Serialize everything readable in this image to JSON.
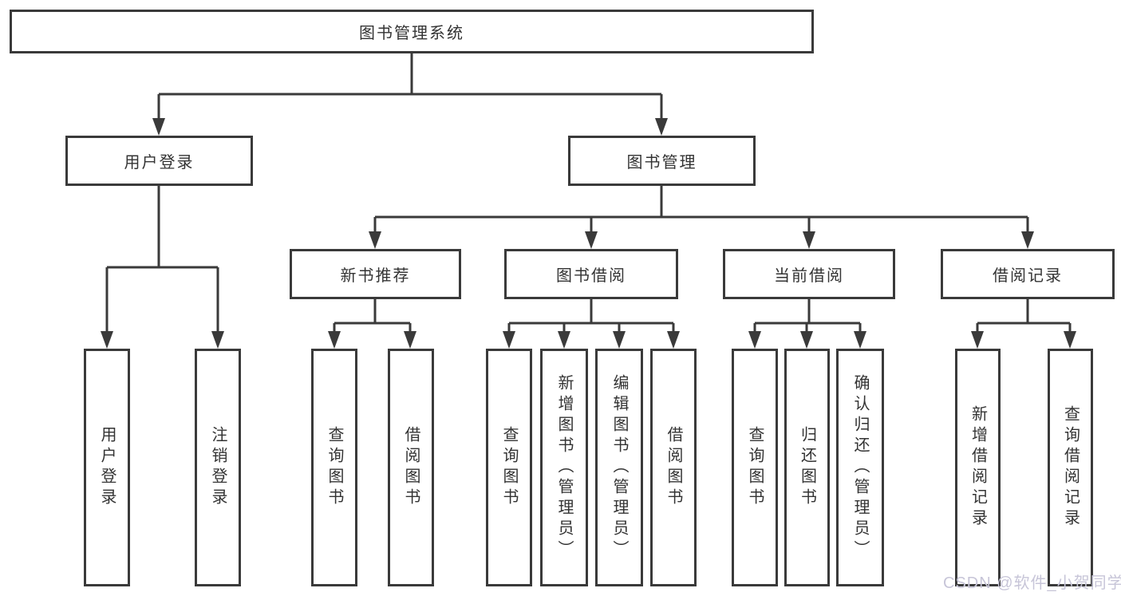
{
  "diagram": {
    "title": "图书管理系统",
    "level2": [
      "用户登录",
      "图书管理"
    ],
    "level3": [
      "新书推荐",
      "图书借阅",
      "当前借阅",
      "借阅记录"
    ],
    "leaves": [
      "用户登录",
      "注销登录",
      "查询图书",
      "借阅图书",
      "查询图书",
      "新增图书（管理员）",
      "编辑图书（管理员）",
      "借阅图书",
      "查询图书",
      "归还图书",
      "确认归还（管理员）",
      "新增借阅记录",
      "查询借阅记录"
    ],
    "colors": {
      "line": "#3a3a3a",
      "text": "#333333",
      "watermark": "#c7c5d8"
    },
    "watermark": "CSDN @软件_小贺同学"
  }
}
